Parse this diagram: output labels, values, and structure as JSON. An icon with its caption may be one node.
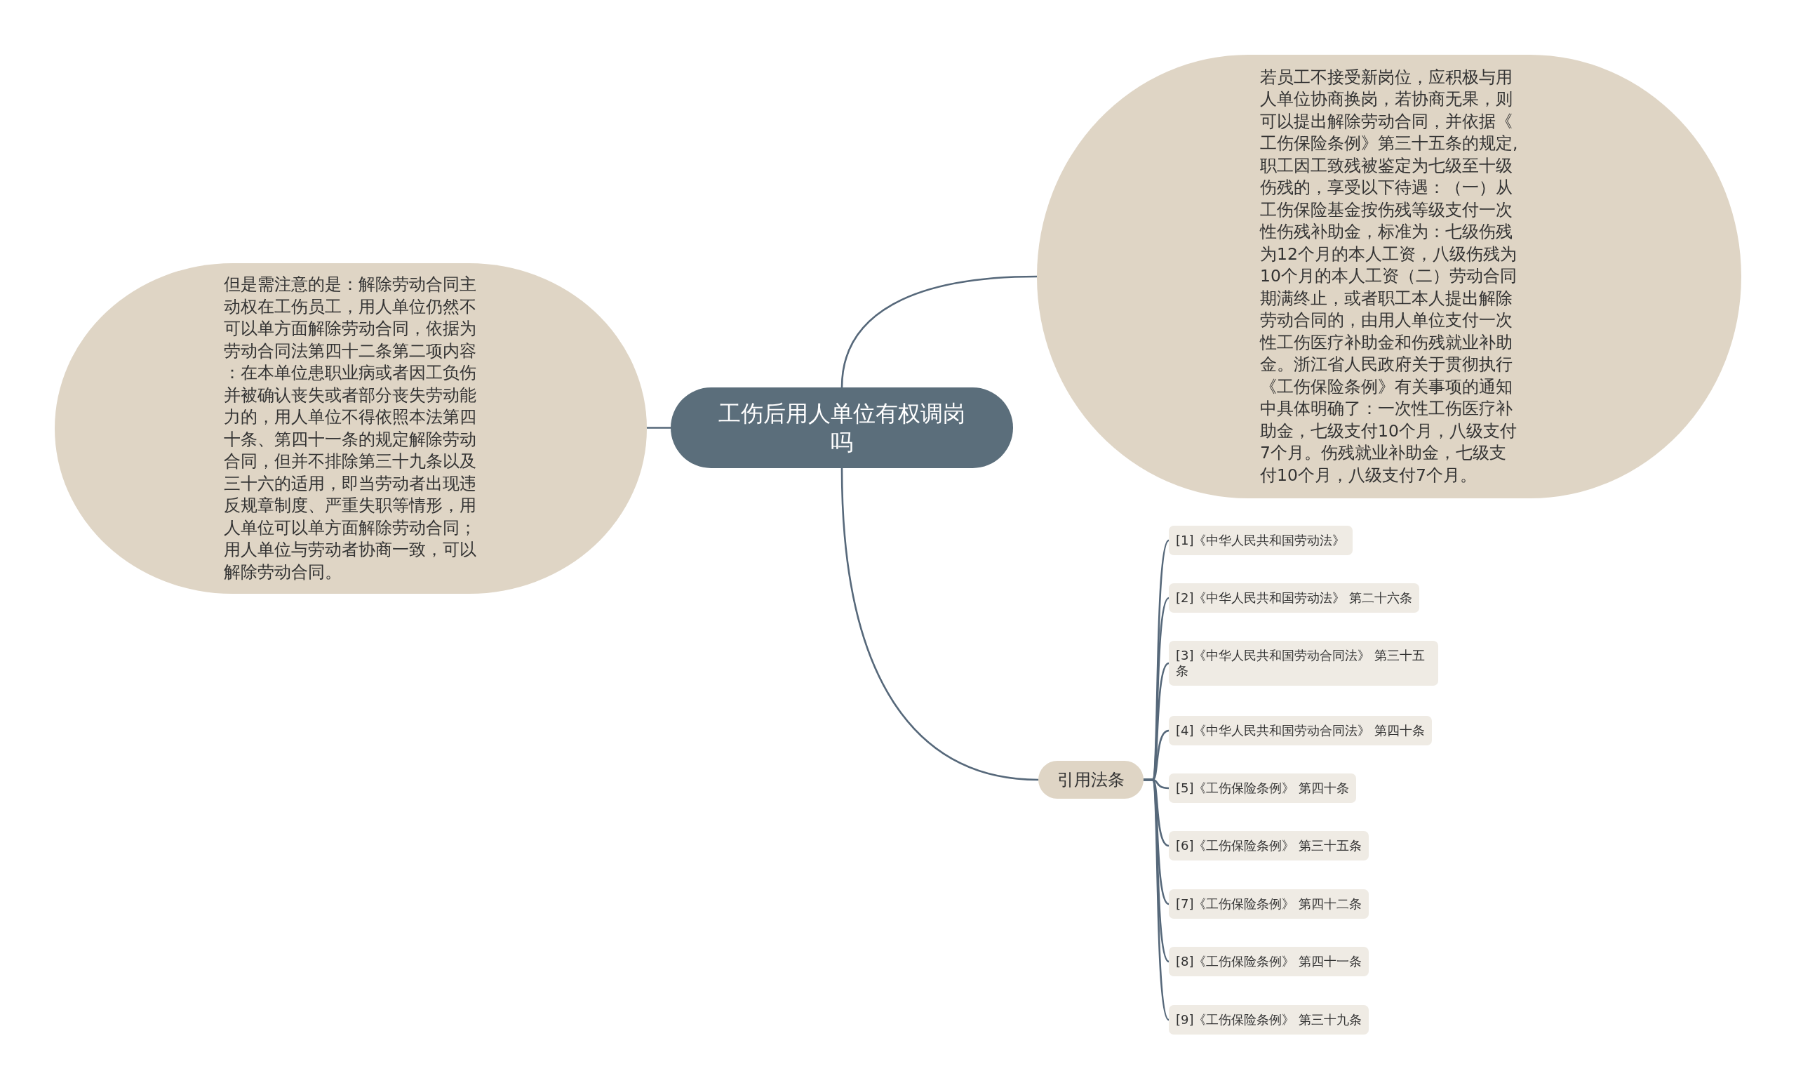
{
  "diagram": {
    "nodes": [
      {
        "text": [
          "工伤后用人单位有权调岗吗"
        ]
      },
      {
        "text": [
          "若员工不接受新岗位，应积极与用人单位协商换岗，若协商无果，则可以提出解除劳动合同，并依据《工伤保险条例》第三十五条的规定,职工因工致残被鉴定为七级至十级伤残的，享受以下待遇：（一）从工伤保险基金按伤残等级支付一次性伤残补助金，标准为：七级伤残为12个月的本人工资，八级伤残为10个月的本人工资（二）劳动合同期满终止，或者职工本人提出解除劳动合同的，由用人单位支付一次性工伤医疗补助金和伤残就业补助金。浙江省人民政府关于贯彻执行《工伤保险条例》有关事项的通知中具体明确了：一次性工伤医疗补助金，七级支付10个月，八级支付7个月。伤残就业补助金，七级支付10个月，八级支付7个月。"
        ]
      },
      {
        "text": [
          "但是需注意的是：解除劳动合同主动权在工伤员工，用人单位仍然不可以单方面解除劳动合同，依据为劳动合同法第四十二条第二项内容：在本单位患职业病或者因工负伤并被确认丧失或者部分丧失劳动能力的，用人单位不得依照本法第四十条、第四十一条的规定解除劳动合同，但并不排除第三十九条以及三十六的适用，即当劳动者出现违反规章制度、严重失职等情形，用人单位可以单方面解除劳动合同；用人单位与劳动者协商一致，可以解除劳动合同。"
        ]
      },
      {
        "text": [
          "引用法条"
        ]
      },
      {
        "text": [
          "[1]《中华人民共和国劳动法》"
        ]
      },
      {
        "text": [
          "[2]《中华人民共和国劳动法》 第二十六条"
        ]
      },
      {
        "text": [
          "[3]《中华人民共和国劳动合同法》 第三十五条"
        ]
      },
      {
        "text": [
          "[4]《中华人民共和国劳动合同法》 第四十条"
        ]
      },
      {
        "text": [
          "[5]《工伤保险条例》 第四十条"
        ]
      },
      {
        "text": [
          "[6]《工伤保险条例》 第三十五条"
        ]
      },
      {
        "text": [
          "[7]《工伤保险条例》 第四十二条"
        ]
      },
      {
        "text": [
          "[8]《工伤保险条例》 第四十一条"
        ]
      },
      {
        "text": [
          "[9]《工伤保险条例》 第三十九条"
        ]
      }
    ],
    "edges": [
      {
        "from": 0,
        "to": 1,
        "arrow": "none"
      },
      {
        "from": 0,
        "to": 2,
        "arrow": "none"
      },
      {
        "from": 0,
        "to": 3,
        "arrow": "none"
      },
      {
        "from": 3,
        "to": 4,
        "arrow": "none"
      },
      {
        "from": 3,
        "to": 5,
        "arrow": "none"
      },
      {
        "from": 3,
        "to": 6,
        "arrow": "none"
      },
      {
        "from": 3,
        "to": 7,
        "arrow": "none"
      },
      {
        "from": 3,
        "to": 8,
        "arrow": "none"
      },
      {
        "from": 3,
        "to": 9,
        "arrow": "none"
      },
      {
        "from": 3,
        "to": 10,
        "arrow": "none"
      },
      {
        "from": 3,
        "to": 11,
        "arrow": "none"
      },
      {
        "from": 3,
        "to": 12,
        "arrow": "none"
      }
    ]
  }
}
